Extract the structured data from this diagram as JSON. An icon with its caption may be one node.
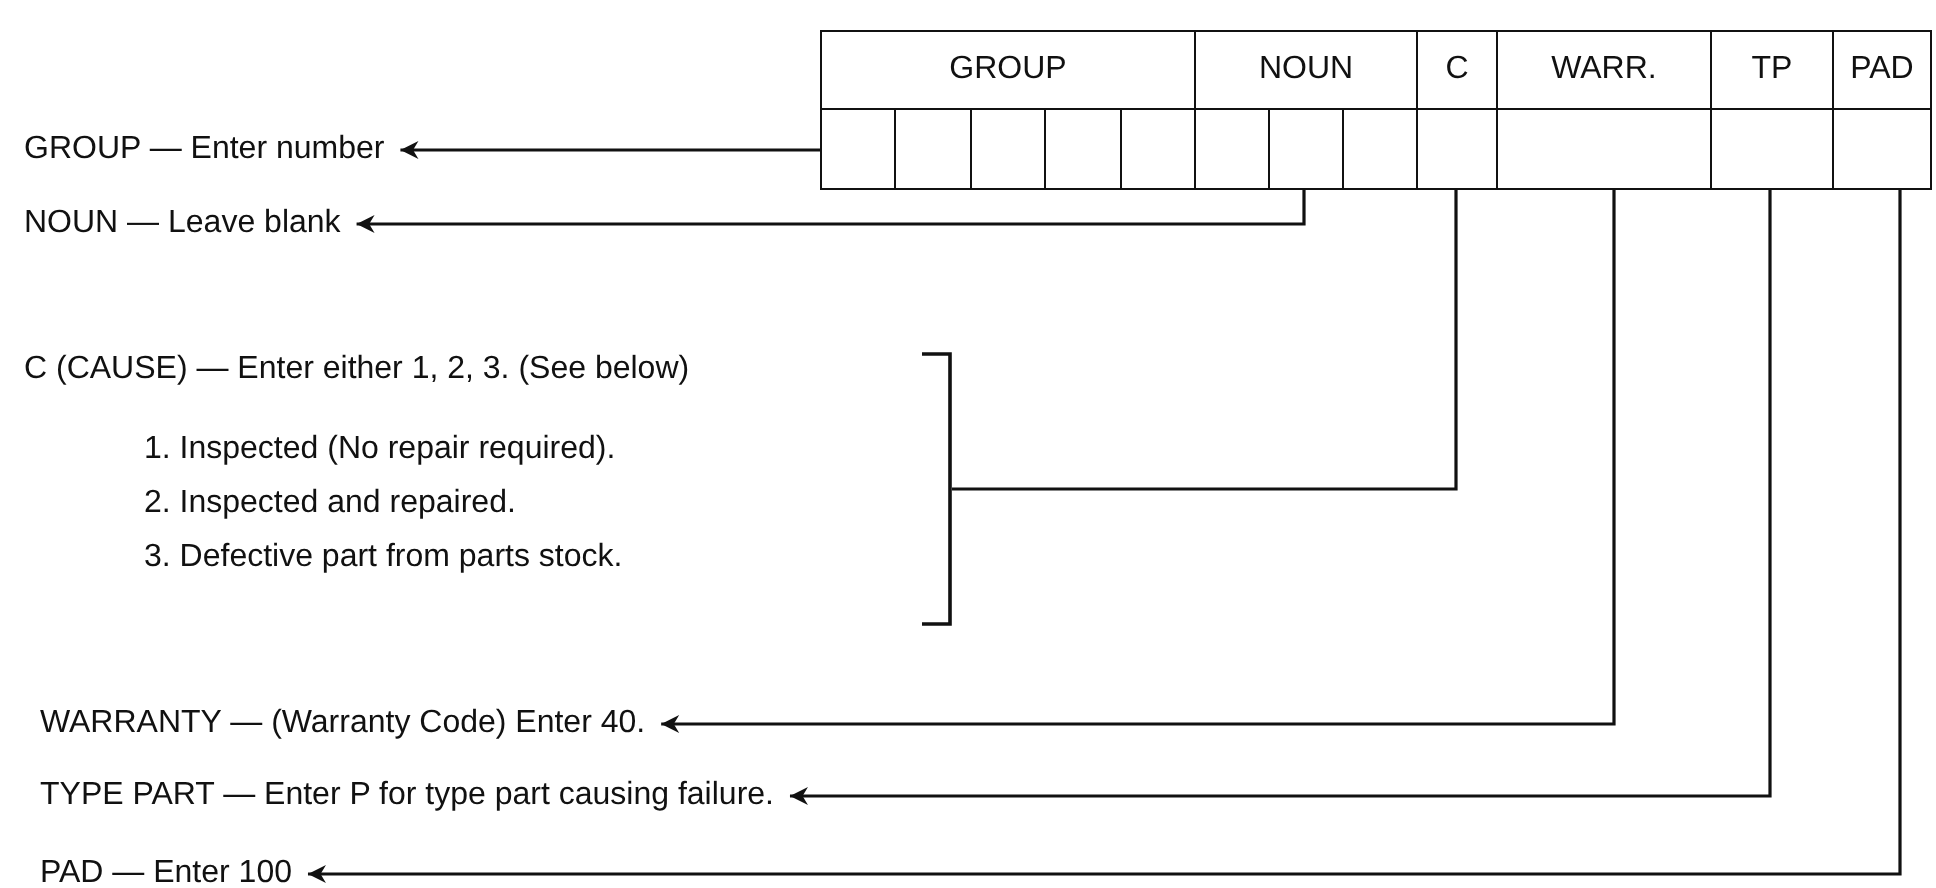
{
  "diagram": {
    "nodes": [
      {
        "text": [
          "GROUP"
        ]
      },
      {
        "text": [
          "NOUN"
        ]
      },
      {
        "text": [
          "C"
        ]
      },
      {
        "text": [
          "WARR."
        ]
      },
      {
        "text": [
          "TP"
        ]
      },
      {
        "text": [
          "PAD"
        ]
      },
      {
        "text": [
          "GROUP — Enter number"
        ]
      },
      {
        "text": [
          "NOUN — Leave blank"
        ]
      },
      {
        "text": [
          "C (CAUSE) — Enter either 1, 2, 3. (See below)",
          "1. Inspected (No repair required).",
          "2. Inspected and repaired.",
          "3. Defective part from parts stock."
        ]
      },
      {
        "text": [
          "WARRANTY — (Warranty Code) Enter 40."
        ]
      },
      {
        "text": [
          "TYPE PART — Enter P for type part causing failure."
        ]
      },
      {
        "text": [
          "PAD — Enter 100"
        ]
      }
    ],
    "edges": [
      {
        "from": 0,
        "to": 6,
        "arrow": "to"
      },
      {
        "from": 1,
        "to": 7,
        "arrow": "to"
      },
      {
        "from": 2,
        "to": 8,
        "arrow": "none"
      },
      {
        "from": 3,
        "to": 9,
        "arrow": "to"
      },
      {
        "from": 4,
        "to": 10,
        "arrow": "to"
      },
      {
        "from": 5,
        "to": 11,
        "arrow": "to"
      }
    ]
  }
}
